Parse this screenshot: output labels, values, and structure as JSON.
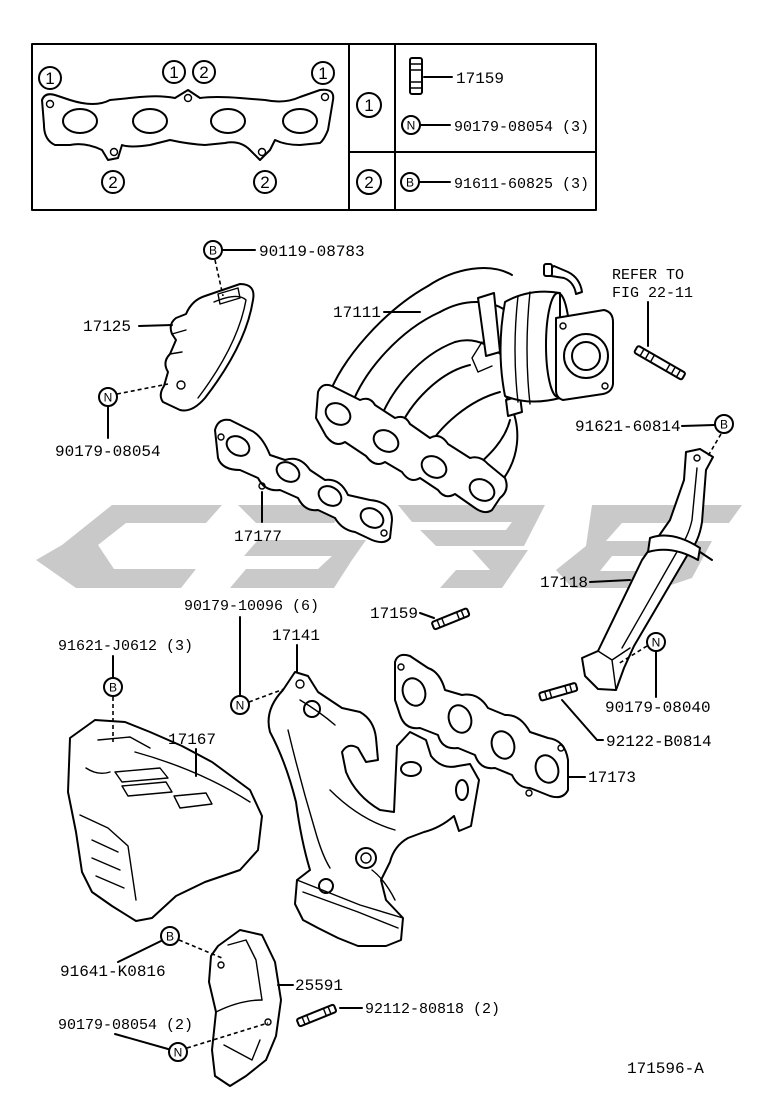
{
  "diagram_id": "171596-A",
  "legend": {
    "gasket_marks": {
      "top_left": "1",
      "top_center_a": "1",
      "top_center_b": "2",
      "top_right": "1",
      "bottom_left": "2",
      "bottom_right": "2"
    },
    "row1": {
      "key": "1",
      "stud_part": "17159",
      "nut_badge": "N",
      "nut_part": "90179-08054 (3)"
    },
    "row2": {
      "key": "2",
      "bolt_badge": "B",
      "bolt_part": "91611-60825 (3)"
    }
  },
  "callouts": {
    "bolt_top": {
      "badge": "B",
      "part": "90119-08783"
    },
    "insulator_upper": {
      "part": "17125"
    },
    "nut_upper": {
      "badge": "N",
      "part": "90179-08054"
    },
    "turbo_manifold": {
      "part": "17111"
    },
    "refer": {
      "line1": "REFER TO",
      "line2": "FIG 22-11"
    },
    "stay_bolt": {
      "badge": "B",
      "part": "91621-60814"
    },
    "gasket_upper": {
      "part": "17177"
    },
    "stay": {
      "part": "17118"
    },
    "manifold_nut": {
      "badge": "N",
      "part": "90179-10096 (6)"
    },
    "stud_mid": {
      "part": "17159"
    },
    "exhaust_manifold": {
      "part": "17141"
    },
    "insulator_bolt": {
      "badge": "B",
      "part": "91621-J0612 (3)"
    },
    "insulator_lower": {
      "part": "17167"
    },
    "stay_nut": {
      "badge": "N",
      "part": "90179-08040"
    },
    "stay_stud": {
      "part": "92122-B0814"
    },
    "gasket_lower": {
      "part": "17173"
    },
    "lower_bolt": {
      "badge": "B",
      "part": "91641-K0816"
    },
    "insulator_small": {
      "part": "25591"
    },
    "lower_stud": {
      "part": "92112-80818 (2)"
    },
    "lower_nut": {
      "badge": "N",
      "part": "90179-08054 (2)"
    }
  }
}
